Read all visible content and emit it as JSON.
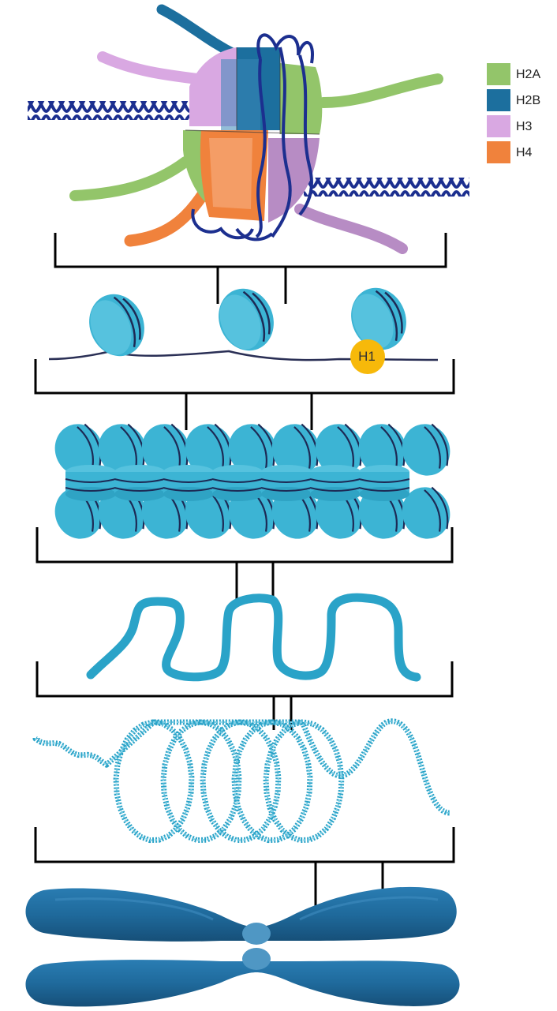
{
  "legend": {
    "items": [
      {
        "label": "H2A",
        "color": "#93c56a"
      },
      {
        "label": "H2B",
        "color": "#1c6f9e"
      },
      {
        "label": "H3",
        "color": "#d9a8e2"
      },
      {
        "label": "H4",
        "color": "#f0823c"
      }
    ]
  },
  "labels": {
    "linker_histone": "H1"
  },
  "colors": {
    "dna": "#1c2f8f",
    "nucleosome": "#3cb4d4",
    "nucleosome_dark": "#1e5a8c",
    "fiber": "#2aa3c8",
    "chromosome": "#1f6a9c",
    "h1": "#f7b90a",
    "bracket": "#000000"
  }
}
